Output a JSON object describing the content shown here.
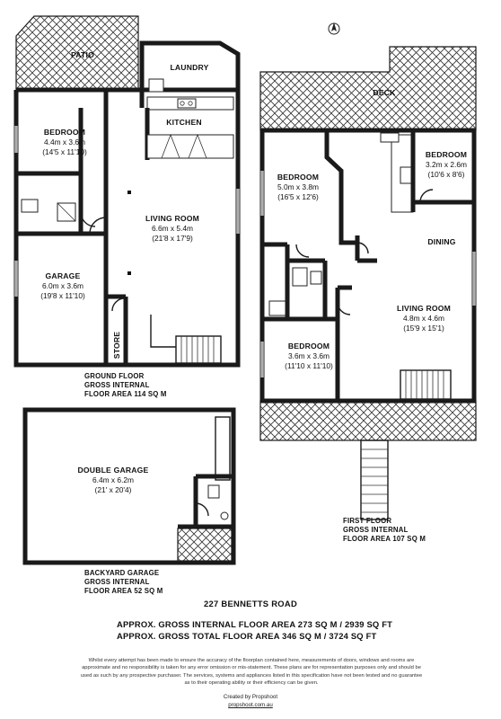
{
  "plan": {
    "ground_floor": {
      "rooms": {
        "patio": {
          "name": "PATIO"
        },
        "laundry": {
          "name": "LAUNDRY"
        },
        "kitchen": {
          "name": "KITCHEN"
        },
        "bedroom": {
          "name": "BEDROOM",
          "size": "4.4m x 3.6m",
          "imperial": "(14'5 x 11'10)"
        },
        "living": {
          "name": "LIVING ROOM",
          "size": "6.6m x 5.4m",
          "imperial": "(21'8 x 17'9)"
        },
        "garage": {
          "name": "GARAGE",
          "size": "6.0m x 3.6m",
          "imperial": "(19'8 x 11'10)"
        },
        "store": {
          "name": "STORE"
        }
      },
      "area_lines": [
        "GROUND FLOOR",
        "GROSS INTERNAL",
        "FLOOR AREA 114 SQ M"
      ]
    },
    "first_floor": {
      "rooms": {
        "deck": {
          "name": "DECK"
        },
        "bedroom1": {
          "name": "BEDROOM",
          "size": "5.0m x 3.8m",
          "imperial": "(16'5 x 12'6)"
        },
        "bedroom2": {
          "name": "BEDROOM",
          "size": "3.2m x 2.6m",
          "imperial": "(10'6 x 8'6)"
        },
        "dining": {
          "name": "DINING"
        },
        "living": {
          "name": "LIVING ROOM",
          "size": "4.8m x 4.6m",
          "imperial": "(15'9 x 15'1)"
        },
        "bedroom3": {
          "name": "BEDROOM",
          "size": "3.6m x 3.6m",
          "imperial": "(11'10 x 11'10)"
        }
      },
      "area_lines": [
        "FIRST FLOOR",
        "GROSS INTERNAL",
        "FLOOR AREA  107 SQ M"
      ]
    },
    "backyard_garage": {
      "rooms": {
        "double_garage": {
          "name": "DOUBLE GARAGE",
          "size": "6.4m x 6.2m",
          "imperial": "(21' x 20'4)"
        }
      },
      "area_lines": [
        "BACKYARD GARAGE",
        "GROSS INTERNAL",
        "FLOOR AREA 52 SQ M"
      ]
    },
    "compass_icon": "north-arrow-icon"
  },
  "address": "227 BENNETTS ROAD",
  "summary": {
    "internal": "APPROX. GROSS INTERNAL FLOOR AREA 273 SQ M / 2939 SQ FT",
    "total": "APPROX. GROSS TOTAL FLOOR AREA 346 SQ M / 3724 SQ FT"
  },
  "disclaimer": "Whilst every attempt has been made to ensure the accuracy of the floorplan contained here, measurements of doors, windows and rooms are approximate and no responsibility is taken for any error omission or mis-statement. These plans are for representation purposes only and should be used as such by any prospective purchaser. The services, systems and appliances listed in this specification have not been tested and no guarantee as to their operating ability or their efficiency can be given.",
  "credit": {
    "line": "Created by Propshoot",
    "url": "propshoot.com.au"
  }
}
